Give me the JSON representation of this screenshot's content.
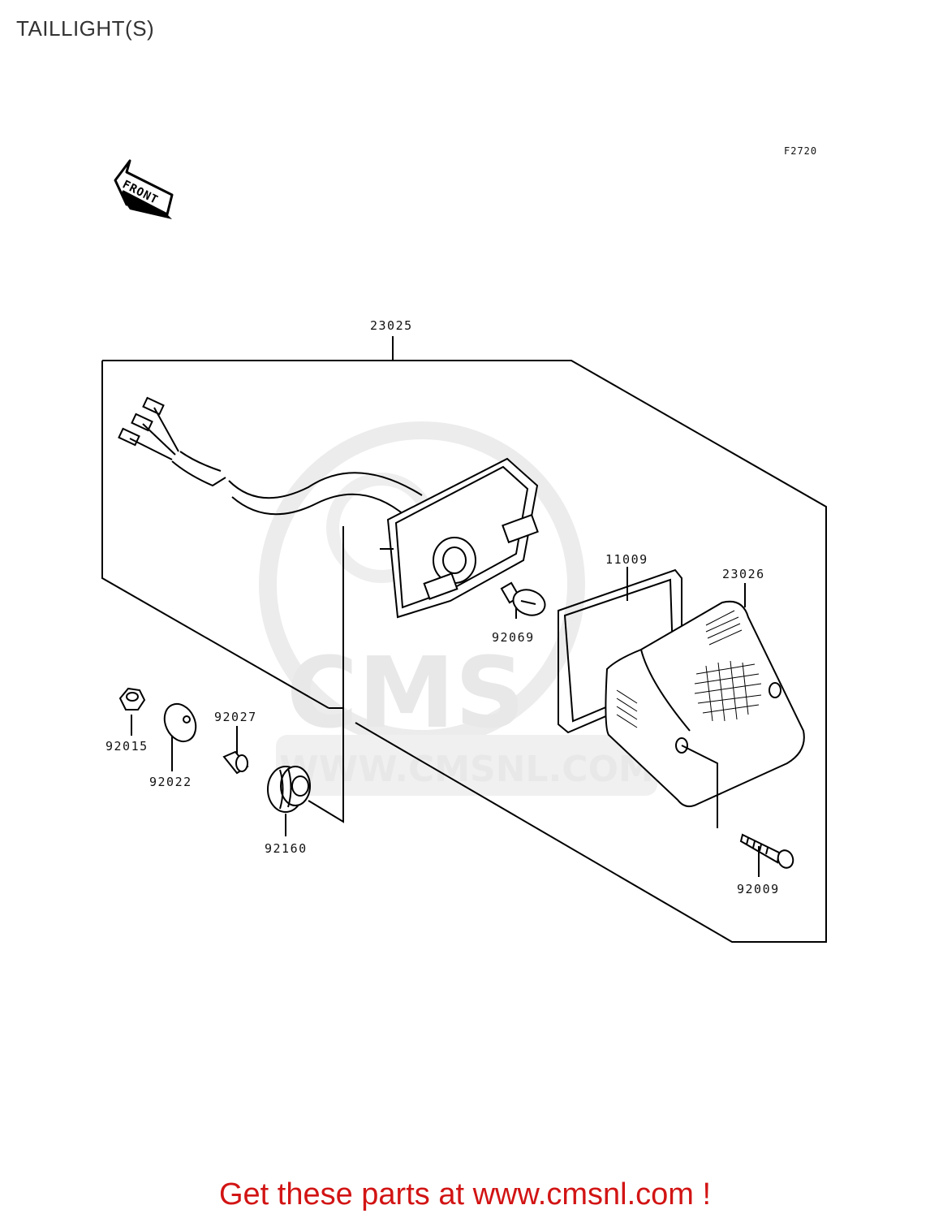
{
  "page": {
    "title": "TAILLIGHT(S)",
    "figure_code": "F2720",
    "front_marker": "FRONT",
    "cta_text": "Get these parts at www.cmsnl.com !"
  },
  "watermark": {
    "brand": "CMS",
    "url": "WWW.CMSNL.COM"
  },
  "parts": [
    {
      "id": "23025"
    },
    {
      "id": "11009"
    },
    {
      "id": "23026"
    },
    {
      "id": "92069"
    },
    {
      "id": "92027"
    },
    {
      "id": "92015"
    },
    {
      "id": "92022"
    },
    {
      "id": "92160"
    },
    {
      "id": "92009"
    }
  ],
  "colors": {
    "line": "#000000",
    "watermark": "#e8e8e8",
    "cta": "#d21414",
    "title": "#333333"
  }
}
